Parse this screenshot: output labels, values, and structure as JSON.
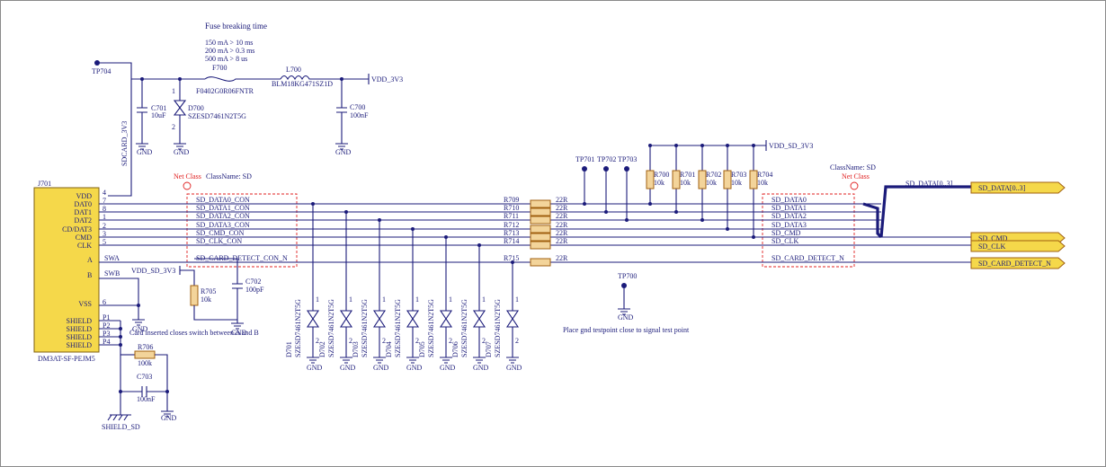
{
  "title_note": {
    "heading": "Fuse breaking time",
    "lines": [
      "150 mA > 10 ms",
      "200 mA > 0.3 ms",
      "500 mA > 8 us"
    ]
  },
  "connector": {
    "ref": "J701",
    "part": "DM3AT-SF-PEJM5",
    "pins": [
      {
        "name": "VDD",
        "num": "4"
      },
      {
        "name": "DAT0",
        "num": "7"
      },
      {
        "name": "DAT1",
        "num": "8"
      },
      {
        "name": "DAT2",
        "num": "1"
      },
      {
        "name": "CD/DAT3",
        "num": "2"
      },
      {
        "name": "CMD",
        "num": "3"
      },
      {
        "name": "CLK",
        "num": "5"
      },
      {
        "name": "SWA",
        "num": "A"
      },
      {
        "name": "SWB",
        "num": "B"
      },
      {
        "name": "VSS",
        "num": "6"
      },
      {
        "name": "SHIELD",
        "num": "P1"
      },
      {
        "name": "SHIELD",
        "num": "P2"
      },
      {
        "name": "SHIELD",
        "num": "P3"
      },
      {
        "name": "SHIELD",
        "num": "P4"
      }
    ]
  },
  "power": {
    "tp704": "TP704",
    "sdcard_net": "SDCARD_3V3",
    "fuse_ref": "F700",
    "fuse_part": "F0402G0R06FNTR",
    "inductor_ref": "L700",
    "inductor_part": "BLM18KG471SZ1D",
    "vdd_label": "VDD_3V3",
    "c701_ref": "C701",
    "c701_val": "10uF",
    "d700_ref": "D700",
    "d700_part": "SZESD7461N2T5G",
    "d700_pin1": "1",
    "d700_pin2": "2",
    "c700_ref": "C700",
    "c700_val": "100nF",
    "gnd": "GND"
  },
  "nets": {
    "left": [
      "SD_DATA0_CON",
      "SD_DATA1_CON",
      "SD_DATA2_CON",
      "SD_DATA3_CON",
      "SD_CMD_CON",
      "SD_CLK_CON",
      "SD_CARD_DETECT_CON_N"
    ],
    "right": [
      "SD_DATA0",
      "SD_DATA1",
      "SD_DATA2",
      "SD_DATA3",
      "SD_CMD",
      "SD_CLK",
      "SD_CARD_DETECT_N"
    ],
    "series_refs": [
      "R709",
      "R710",
      "R711",
      "R712",
      "R713",
      "R714",
      "R715"
    ],
    "series_val": "22R",
    "netclass_left": "Net Class",
    "classname_left": "ClassName: SD",
    "netclass_right": "Net Class",
    "classname_right": "ClassName: SD",
    "bus_label": "SD_DATA[0..3]"
  },
  "ports": {
    "bus": "SD_DATA[0..3]",
    "cmd": "SD_CMD",
    "clk": "SD_CLK",
    "detect": "SD_CARD_DETECT_N"
  },
  "pullups": {
    "vdd_label": "VDD_SD_3V3",
    "refs": [
      "R700",
      "R701",
      "R702",
      "R703",
      "R704"
    ],
    "val": "10k"
  },
  "testpoints": {
    "labels": [
      "TP701",
      "TP702",
      "TP703"
    ],
    "tp700": "TP700",
    "tp700_gnd": "GND",
    "note": "Place gnd testpoint close to signal test point"
  },
  "detect_circuit": {
    "vdd_label": "VDD_SD_3V3",
    "r705_ref": "R705",
    "r705_val": "10k",
    "c702_ref": "C702",
    "c702_val": "100pF",
    "note": "Card inserted closes switch between A and B",
    "gnd": "GND"
  },
  "shield": {
    "r706_ref": "R706",
    "r706_val": "100k",
    "c703_ref": "C703",
    "c703_val": "100nF",
    "shield_net": "SHIELD_SD",
    "gnd": "GND"
  },
  "esd": {
    "refs": [
      "D701",
      "D702",
      "D703",
      "D704",
      "D705",
      "D706",
      "D707"
    ],
    "part": "SZESD7461N2T5G",
    "pin1": "1",
    "pin2": "2",
    "gnd": "GND"
  }
}
